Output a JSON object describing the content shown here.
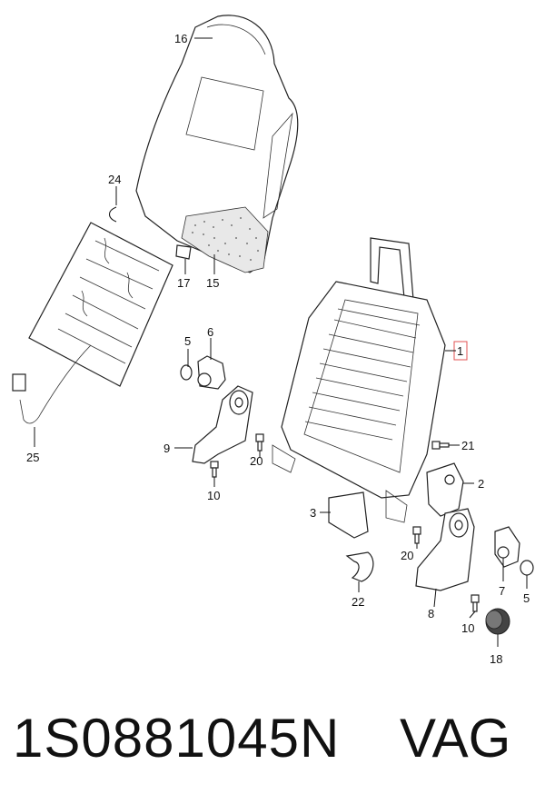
{
  "footer": {
    "part_number": "1S0881045N",
    "brand": "VAG"
  },
  "callouts": [
    {
      "id": "c16",
      "text": "16"
    },
    {
      "id": "c24",
      "text": "24"
    },
    {
      "id": "c17",
      "text": "17"
    },
    {
      "id": "c15",
      "text": "15"
    },
    {
      "id": "c25",
      "text": "25"
    },
    {
      "id": "c5a",
      "text": "5"
    },
    {
      "id": "c6",
      "text": "6"
    },
    {
      "id": "c9",
      "text": "9"
    },
    {
      "id": "c20a",
      "text": "20"
    },
    {
      "id": "c10a",
      "text": "10"
    },
    {
      "id": "c1",
      "text": "1"
    },
    {
      "id": "c21",
      "text": "21"
    },
    {
      "id": "c2",
      "text": "2"
    },
    {
      "id": "c3",
      "text": "3"
    },
    {
      "id": "c20b",
      "text": "20"
    },
    {
      "id": "c22",
      "text": "22"
    },
    {
      "id": "c7",
      "text": "7"
    },
    {
      "id": "c5b",
      "text": "5"
    },
    {
      "id": "c8",
      "text": "8"
    },
    {
      "id": "c10b",
      "text": "10"
    },
    {
      "id": "c18",
      "text": "18"
    }
  ],
  "colors": {
    "highlight_box": "#e05050",
    "line": "#111111"
  }
}
